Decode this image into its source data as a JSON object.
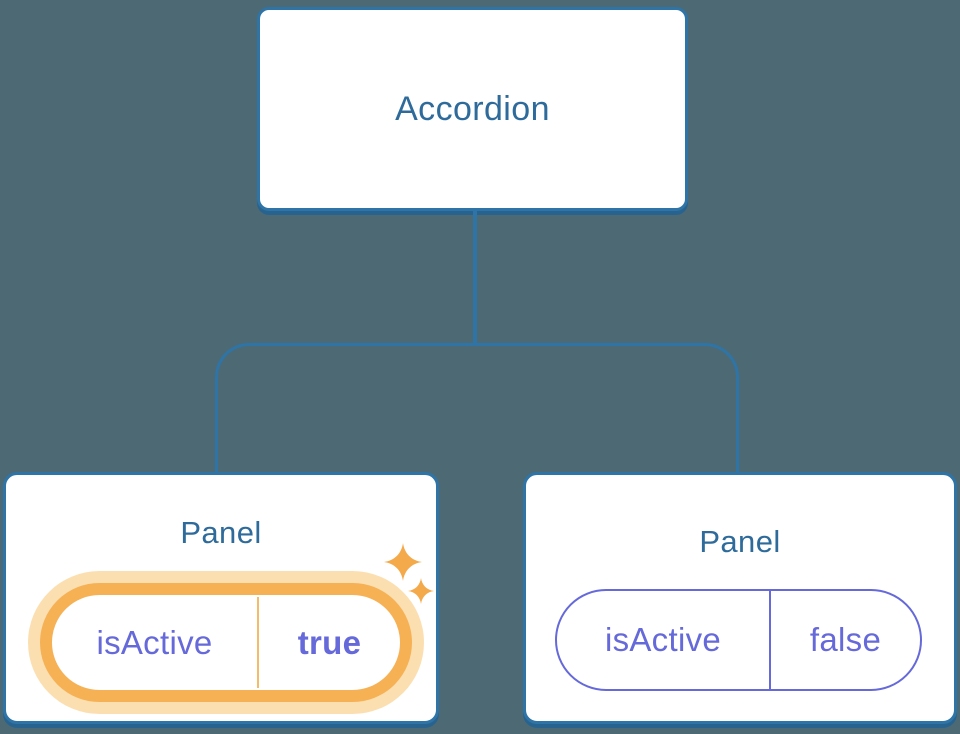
{
  "colors": {
    "bg": "#4d6a74",
    "line": "#2e74a6",
    "line-shadow": "#28638f",
    "node-text": "#2e6b9b",
    "purple": "#6569d9",
    "orange": "#f6b155",
    "orange-light": "#fcdfb0",
    "orange-divider": "#f3bc6a",
    "sparkle": "#f4a94a"
  },
  "tree": {
    "root": {
      "label": "Accordion"
    },
    "children": [
      {
        "title": "Panel",
        "state_key": "isActive",
        "state_value": "true",
        "active": true
      },
      {
        "title": "Panel",
        "state_key": "isActive",
        "state_value": "false",
        "active": false
      }
    ]
  }
}
